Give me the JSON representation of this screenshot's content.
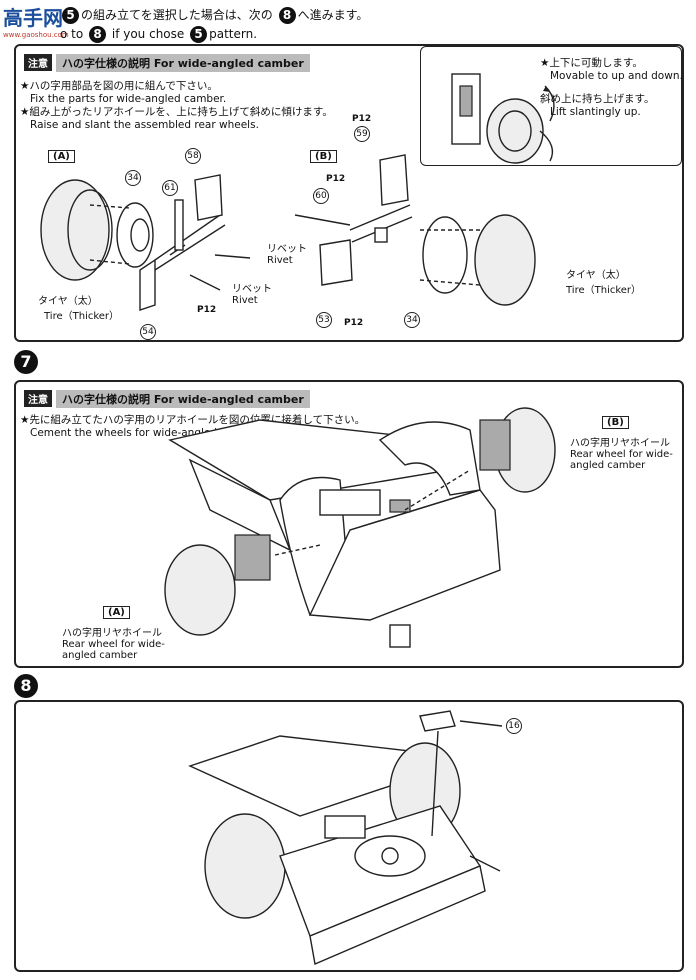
{
  "logo": {
    "main": "高手网",
    "sub": "www.gaoshou.com"
  },
  "header": {
    "line1_num": "5",
    "line1_text": "の組み立てを選択した場合は、次の",
    "line1_num2": "8",
    "line1_text2": "へ進みます。",
    "line2_a": "o to",
    "line2_num": "8",
    "line2_b": "if you chose",
    "line2_num2": "5",
    "line2_c": "pattern."
  },
  "panel1": {
    "note_tag": "注意",
    "note_title": "ハの字仕様の説明 For wide-angled camber",
    "instructions": [
      "★ハの字用部品を図の用に組んで下さい。",
      "Fix the parts for wide-angled camber.",
      "★組み上がったリアホイールを、上に持ち上げて斜めに傾けます。",
      "Raise and slant the assembled rear wheels."
    ],
    "tag_a": "(A)",
    "tag_b": "(B)",
    "inset": {
      "jp1": "★上下に可動します。",
      "en1": "Movable to up and down.",
      "jp2": "斜め上に持ち上げます。",
      "en2": "Lift slantingly up."
    },
    "parts": {
      "p58": "58",
      "p34a": "34",
      "p61": "61",
      "p54": "54",
      "p59": "59",
      "p60": "60",
      "p53": "53",
      "p34b": "34"
    },
    "ph": {
      "a": "P12",
      "b": "P12",
      "c": "P12",
      "d": "P12"
    },
    "rivet_jp": "リベット",
    "rivet_en": "Rivet",
    "tire_jp": "タイヤ（太）",
    "tire_en": "Tire（Thicker）"
  },
  "step7": {
    "num": "7",
    "note_tag": "注意",
    "note_title": "ハの字仕様の説明 For wide-angled camber",
    "instr_jp": "★先に組み立てたハの字用のリアホイールを図の位置に接着して下さい。",
    "instr_en": "Cement the wheels for wide-angled camber to these points.",
    "tag_a": "(A)",
    "tag_b": "(B)",
    "rear_jp": "ハの字用リヤホイール",
    "rear_en1": "Rear wheel for wide-",
    "rear_en2": "angled camber"
  },
  "step8": {
    "num": "8",
    "part": "16"
  }
}
